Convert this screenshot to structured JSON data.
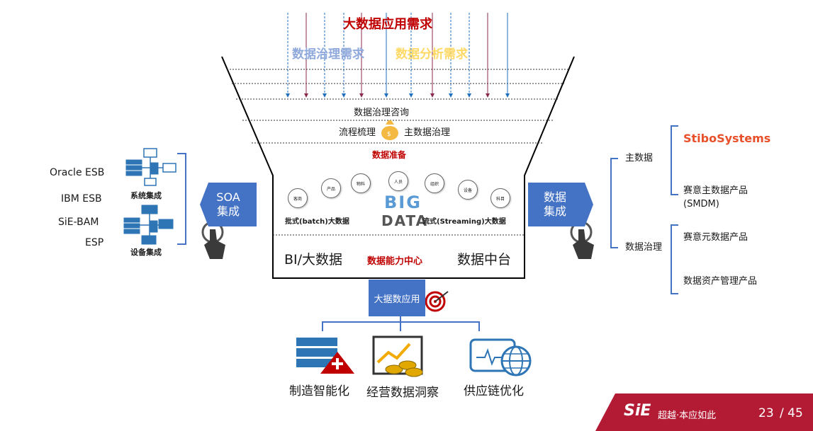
{
  "header": {
    "app_demand": "大数据应用需求",
    "governance_demand": "数据治理需求",
    "analysis_demand": "数据分析需求"
  },
  "funnel": {
    "consulting": "数据治理咨询",
    "process": "流程梳理",
    "master_data": "主数据治理",
    "data_prep": "数据准备",
    "bubbles": [
      "客商",
      "产品",
      "物料",
      "人员",
      "组织",
      "设备",
      "科目"
    ],
    "big_data_word": "BIG",
    "data_word": "DATA",
    "batch": "批式(batch)大数据",
    "streaming": "流式(Streaming)大数据",
    "bi": "BI/大数据",
    "center": "数据能力中心",
    "middle_platform": "数据中台",
    "app": "大据数应用"
  },
  "left": {
    "sources": [
      "Oracle ESB",
      "IBM ESB",
      "SiE-BAM",
      "ESP"
    ],
    "system_integration": "系统集成",
    "device_integration": "设备集成",
    "soa_line1": "SOA",
    "soa_line2": "集成"
  },
  "right": {
    "box_line1": "数据",
    "box_line2": "集成",
    "master_data": "主数据",
    "stibo": "StiboSystems",
    "smdm": "赛意主数据产品\n(SMDM)",
    "governance": "数据治理",
    "meta": "赛意元数据产品",
    "asset": "数据资产管理产品"
  },
  "bottom": {
    "items": [
      "制造智能化",
      "经营数据洞察",
      "供应链优化"
    ]
  },
  "footer": {
    "logo": "SiE",
    "slogan": "超越·本应如此",
    "page": "23",
    "total": "/ 45"
  },
  "colors": {
    "accent_blue": "#4472c4",
    "red_text": "#c00000",
    "governance_blue": "#8fa9dc",
    "analysis_yellow": "#ffd966",
    "footer_red": "#b31b34"
  }
}
